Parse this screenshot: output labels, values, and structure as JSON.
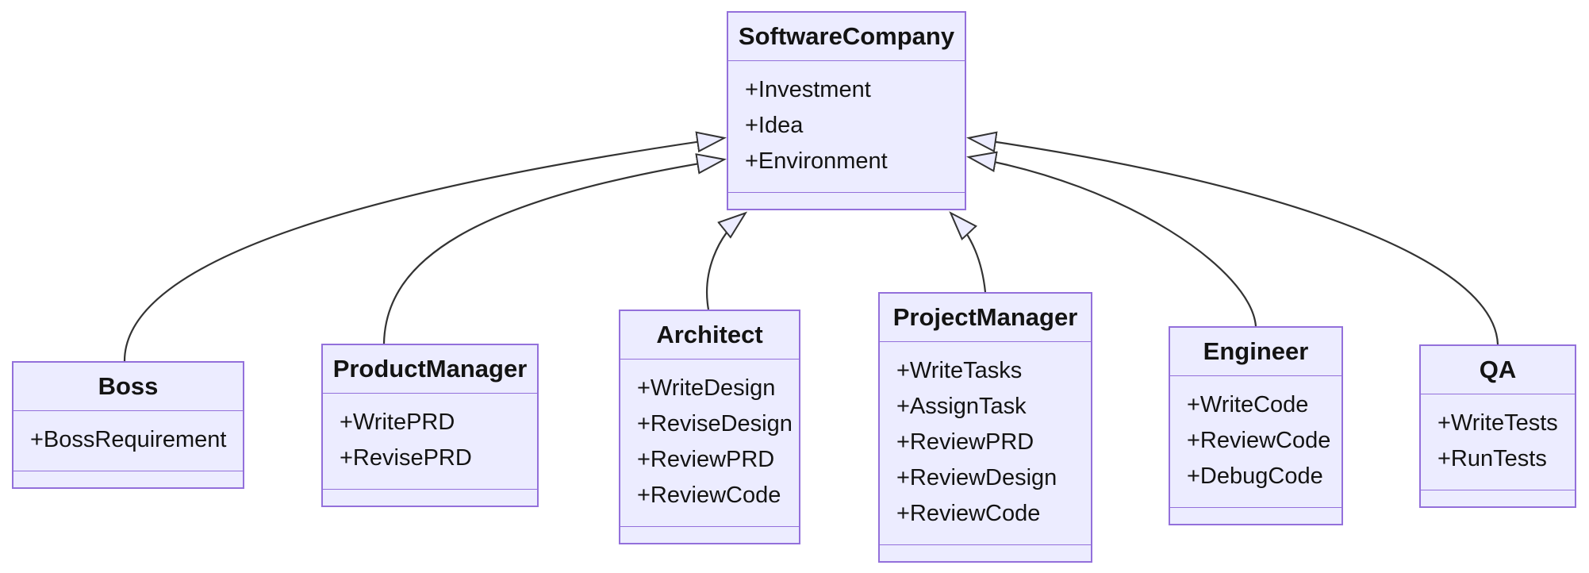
{
  "diagram": {
    "type": "uml_class_diagram",
    "colors": {
      "background": "#FFFFFF",
      "node_fill": "#ECECFF",
      "node_border": "#9370DB",
      "edge_line": "#333333",
      "text": "#131313",
      "arrowhead_fill": "#ECECFF"
    },
    "classes": {
      "software_company": {
        "name": "SoftwareCompany",
        "attributes": [
          "+Investment",
          "+Idea",
          "+Environment"
        ]
      },
      "boss": {
        "name": "Boss",
        "attributes": [
          "+BossRequirement"
        ]
      },
      "product_manager": {
        "name": "ProductManager",
        "attributes": [
          "+WritePRD",
          "+RevisePRD"
        ]
      },
      "architect": {
        "name": "Architect",
        "attributes": [
          "+WriteDesign",
          "+ReviseDesign",
          "+ReviewPRD",
          "+ReviewCode"
        ]
      },
      "project_manager": {
        "name": "ProjectManager",
        "attributes": [
          "+WriteTasks",
          "+AssignTask",
          "+ReviewPRD",
          "+ReviewDesign",
          "+ReviewCode"
        ]
      },
      "engineer": {
        "name": "Engineer",
        "attributes": [
          "+WriteCode",
          "+ReviewCode",
          "+DebugCode"
        ]
      },
      "qa": {
        "name": "QA",
        "attributes": [
          "+WriteTests",
          "+RunTests"
        ]
      }
    },
    "relationships": [
      {
        "from": "Boss",
        "to": "SoftwareCompany",
        "type": "inheritance"
      },
      {
        "from": "ProductManager",
        "to": "SoftwareCompany",
        "type": "inheritance"
      },
      {
        "from": "Architect",
        "to": "SoftwareCompany",
        "type": "inheritance"
      },
      {
        "from": "ProjectManager",
        "to": "SoftwareCompany",
        "type": "inheritance"
      },
      {
        "from": "Engineer",
        "to": "SoftwareCompany",
        "type": "inheritance"
      },
      {
        "from": "QA",
        "to": "SoftwareCompany",
        "type": "inheritance"
      }
    ]
  }
}
